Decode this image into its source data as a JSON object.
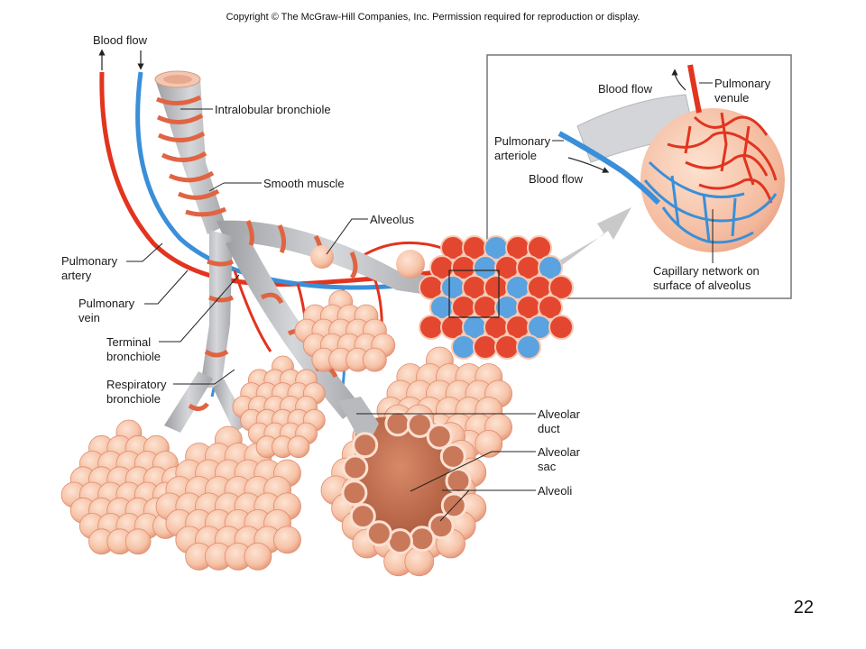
{
  "copyright": "Copyright © The McGraw-Hill Companies, Inc. Permission required for reproduction or display.",
  "page_number": "22",
  "colors": {
    "artery": "#e2341f",
    "vein": "#3a8fd8",
    "bronchiole": "#b9babd",
    "muscle": "#e06442",
    "alveolus": "#f6c2a6",
    "alveolus_shade": "#e9987a",
    "sac_interior": "#c26e4e",
    "inset_border": "#777777",
    "arrow": "#c9c9c9"
  },
  "labels": {
    "blood_flow_top": "Blood flow",
    "intralobular_bronchiole": "Intralobular bronchiole",
    "smooth_muscle": "Smooth muscle",
    "alveolus": "Alveolus",
    "pulmonary_artery": [
      "Pulmonary",
      "artery"
    ],
    "pulmonary_vein": [
      "Pulmonary",
      "vein"
    ],
    "terminal_bronchiole": [
      "Terminal",
      "bronchiole"
    ],
    "respiratory_bronchiole": [
      "Respiratory",
      "bronchiole"
    ],
    "alveolar_duct": [
      "Alveolar",
      "duct"
    ],
    "alveolar_sac": [
      "Alveolar",
      "sac"
    ],
    "alveoli": "Alveoli"
  },
  "inset": {
    "blood_flow_in": "Blood flow",
    "blood_flow_out": "Blood flow",
    "pulmonary_venule": [
      "Pulmonary",
      "venule"
    ],
    "pulmonary_arteriole": [
      "Pulmonary",
      "arteriole"
    ],
    "capillary_network": [
      "Capillary network on",
      "surface of alveolus"
    ]
  }
}
